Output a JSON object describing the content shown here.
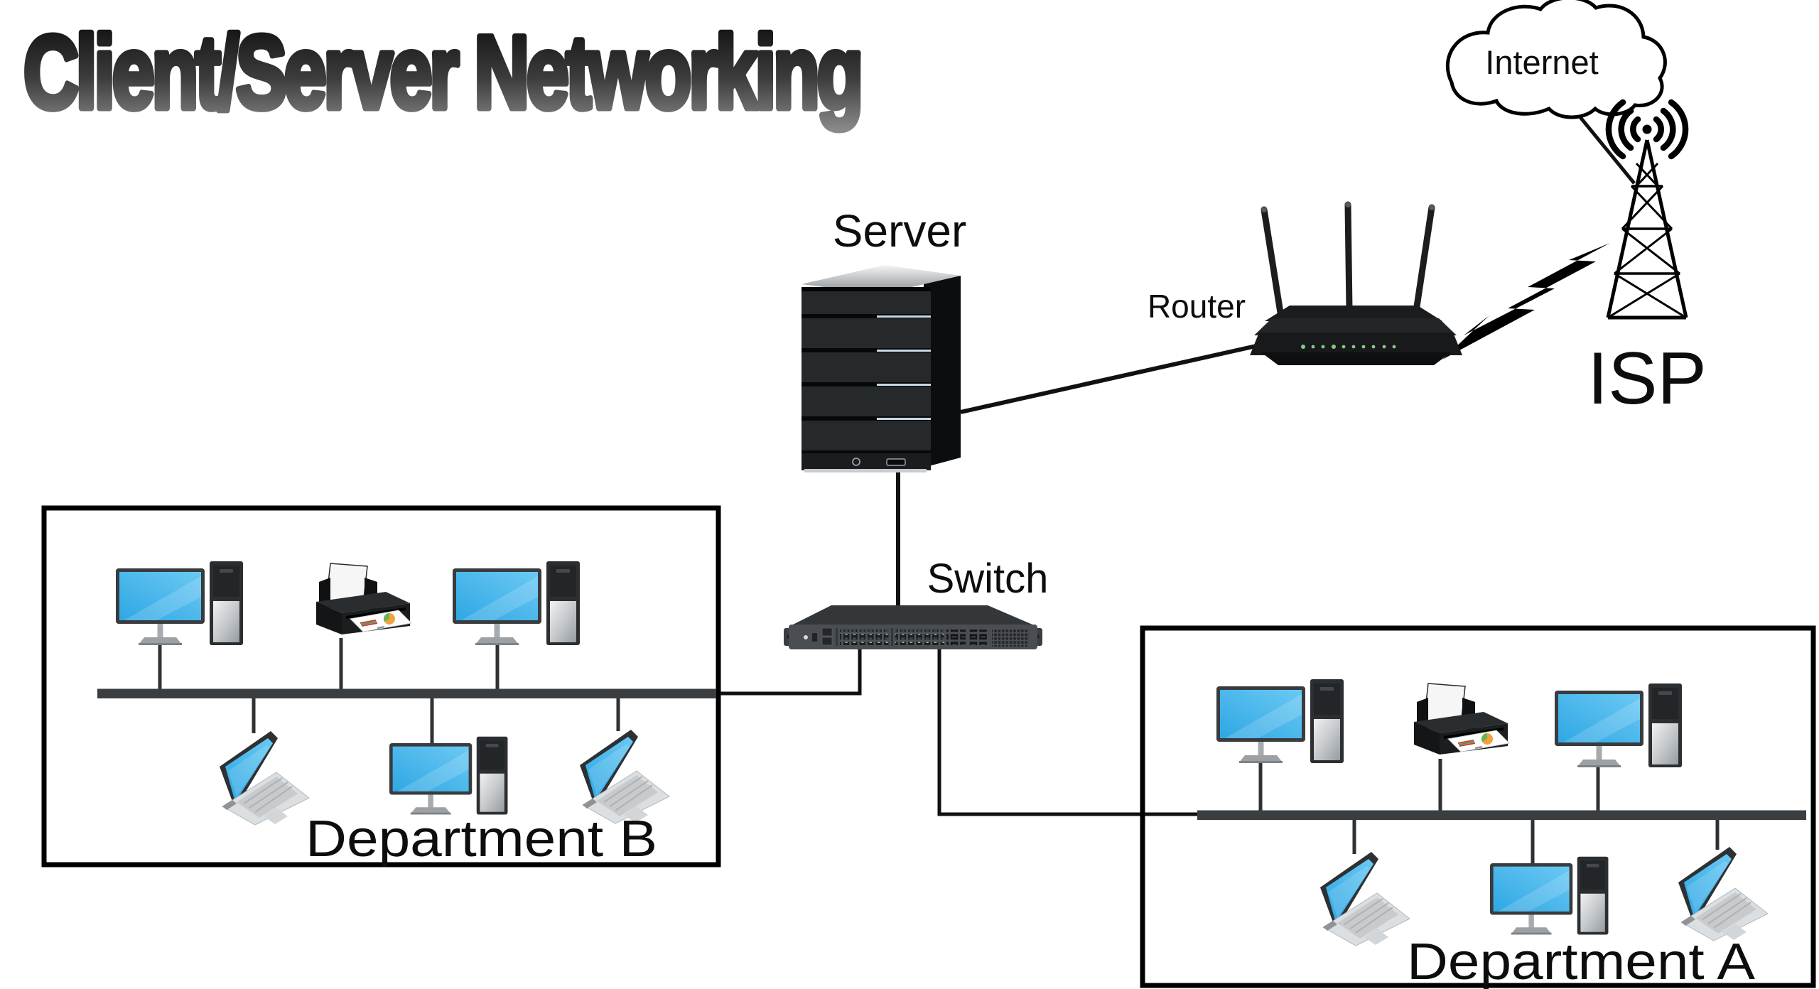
{
  "title": "Client/Server Networking",
  "nodes": {
    "internet": {
      "label": "Internet",
      "type": "cloud"
    },
    "isp": {
      "label": "ISP",
      "type": "radio-tower"
    },
    "router": {
      "label": "Router",
      "type": "wireless-router",
      "antennas": 3
    },
    "server": {
      "label": "Server",
      "type": "server-tower"
    },
    "switch": {
      "label": "Switch",
      "type": "rack-switch"
    },
    "department_a": {
      "label": "Department A",
      "devices": {
        "desktops": 3,
        "laptops": 2,
        "printers": 1
      }
    },
    "department_b": {
      "label": "Department B",
      "devices": {
        "desktops": 3,
        "laptops": 2,
        "printers": 1
      }
    }
  },
  "connections": [
    {
      "from": "internet",
      "to": "isp",
      "style": "line"
    },
    {
      "from": "isp",
      "to": "router",
      "style": "lightning-bolt"
    },
    {
      "from": "router",
      "to": "server",
      "style": "line"
    },
    {
      "from": "server",
      "to": "switch",
      "style": "line"
    },
    {
      "from": "switch",
      "to": "department_b",
      "style": "line-to-bus"
    },
    {
      "from": "switch",
      "to": "department_a",
      "style": "line-to-bus"
    }
  ],
  "icons": [
    "cloud-icon",
    "wifi-signal-icon",
    "radio-tower-icon",
    "lightning-icon",
    "router-icon",
    "server-icon",
    "switch-icon",
    "desktop-icon",
    "laptop-icon",
    "printer-icon"
  ],
  "colors": {
    "background": "#ffffff",
    "line": "#111111",
    "bus_bar": "#3a3e41",
    "box_border": "#000000",
    "screen_blue": "#3cb1ea",
    "led_green": "#86c986",
    "title_gradient_top": "#0b0b0b",
    "title_gradient_bottom": "#8a8a8a"
  }
}
